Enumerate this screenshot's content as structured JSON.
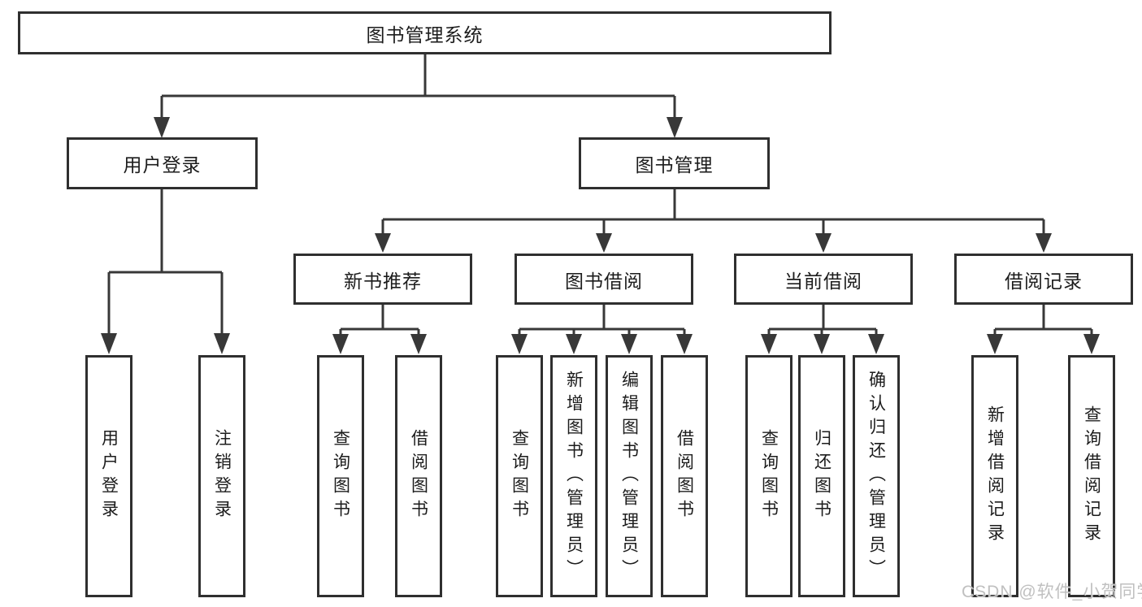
{
  "tree": {
    "root": "图书管理系统",
    "level2": [
      {
        "label": "用户登录",
        "children": [
          "用户登录",
          "注销登录"
        ]
      },
      {
        "label": "图书管理",
        "groups": [
          {
            "label": "新书推荐",
            "children": [
              "查询图书",
              "借阅图书"
            ]
          },
          {
            "label": "图书借阅",
            "children": [
              "查询图书",
              "新增图书（管理员）",
              "编辑图书（管理员）",
              "借阅图书"
            ]
          },
          {
            "label": "当前借阅",
            "children": [
              "查询图书",
              "归还图书",
              "确认归还（管理员）"
            ]
          },
          {
            "label": "借阅记录",
            "children": [
              "新增借阅记录",
              "查询借阅记录"
            ]
          }
        ]
      }
    ]
  },
  "watermark": {
    "text": "CSDN @软件_小贺同学",
    "color": "#c0c0c0"
  },
  "colors": {
    "line": "#383838",
    "border": "#2f2f2f",
    "text": "#1c1c1c",
    "background": "#ffffff"
  }
}
